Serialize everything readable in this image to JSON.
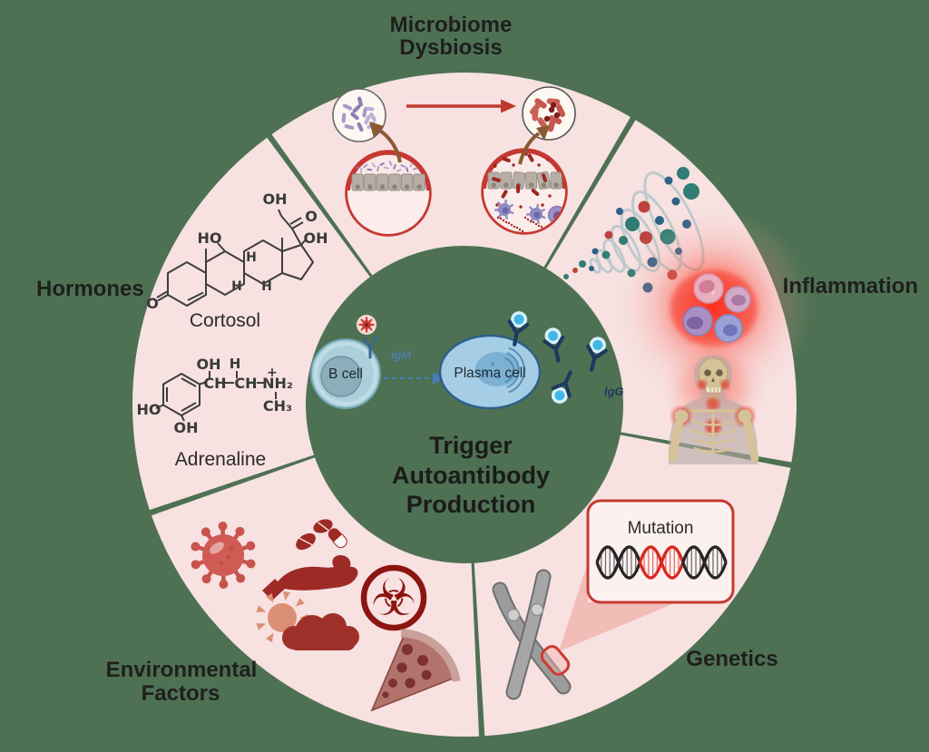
{
  "colors": {
    "background": "#4E7153",
    "ring_pink": "#F7E1E1",
    "label_text": "#1F1F1D",
    "red_accent": "#C53831",
    "brown_arrow": "#8A5A32",
    "lavender_bacteria": "#A89BCA",
    "lavender_bacteria_alt": "#8D7FB5",
    "lavender_bacteria_light": "#BBAFD8",
    "red_bacteria": "#C96157",
    "red_bacteria_dark": "#9E2721",
    "cluster_dark_red": "#7E1D1A",
    "epithelium_cell": "#B7AEA6",
    "epithelium_border": "#98908A",
    "epithelium_dot": "#8D847C",
    "spray_red": "#A52A22",
    "dendritic_purple": "#8F8CC2",
    "dendritic_nucleus": "#6C67A8",
    "dark_red_icon": "#9E2A25",
    "biohazard_red": "#8B1510",
    "virus_red": "#D05B55",
    "sun_salmon": "#DB8F75",
    "cloud_red": "#9E3029",
    "coil_gray": "#BCC9CD",
    "dot_teal": "#2F7D73",
    "dot_blue": "#2E6389",
    "dot_red": "#BB433D",
    "glow_red": "#FF2012",
    "dna_black": "#262626",
    "dna_red": "#D8281F",
    "chromosome_gray": "#9C9C9C",
    "antibody_navy": "#1C3A5E",
    "igm_blue": "#4D7FA8",
    "b_cell_fill": "#ABD0DC",
    "plasma_cell_fill": "#A6CDE6"
  },
  "center": {
    "title_lines": [
      "Trigger",
      "Autoantibody",
      "Production"
    ],
    "b_cell_label": "B cell",
    "plasma_cell_label": "Plasma cell",
    "igm_label": "IgM",
    "igg_label": "IgG"
  },
  "segments": {
    "microbiome": {
      "label_line1": "Microbiome",
      "label_line2": "Dysbiosis"
    },
    "inflammation": {
      "label": "Inflammation"
    },
    "genetics": {
      "label": "Genetics",
      "mutation_label": "Mutation"
    },
    "environmental": {
      "label_line1": "Environmental",
      "label_line2": "Factors"
    },
    "hormones": {
      "label": "Hormones",
      "cortisol_name": "Cortosol",
      "adrenaline_name": "Adrenaline",
      "cortisol_atoms": {
        "oh_top": "OH",
        "o_side": "O",
        "ho_left": "HO",
        "oh_right": "OH",
        "h_1": "H",
        "h_2": "H",
        "h_3": "H",
        "o_ketone": "O"
      },
      "adrenaline_atoms": {
        "oh": "OH",
        "h": "H",
        "ch_1": "CH",
        "ch_2": "CH",
        "nh2": "NH₂",
        "plus": "+",
        "ch3": "CH₃",
        "ho": "HO",
        "oh_bottom": "OH"
      }
    }
  }
}
